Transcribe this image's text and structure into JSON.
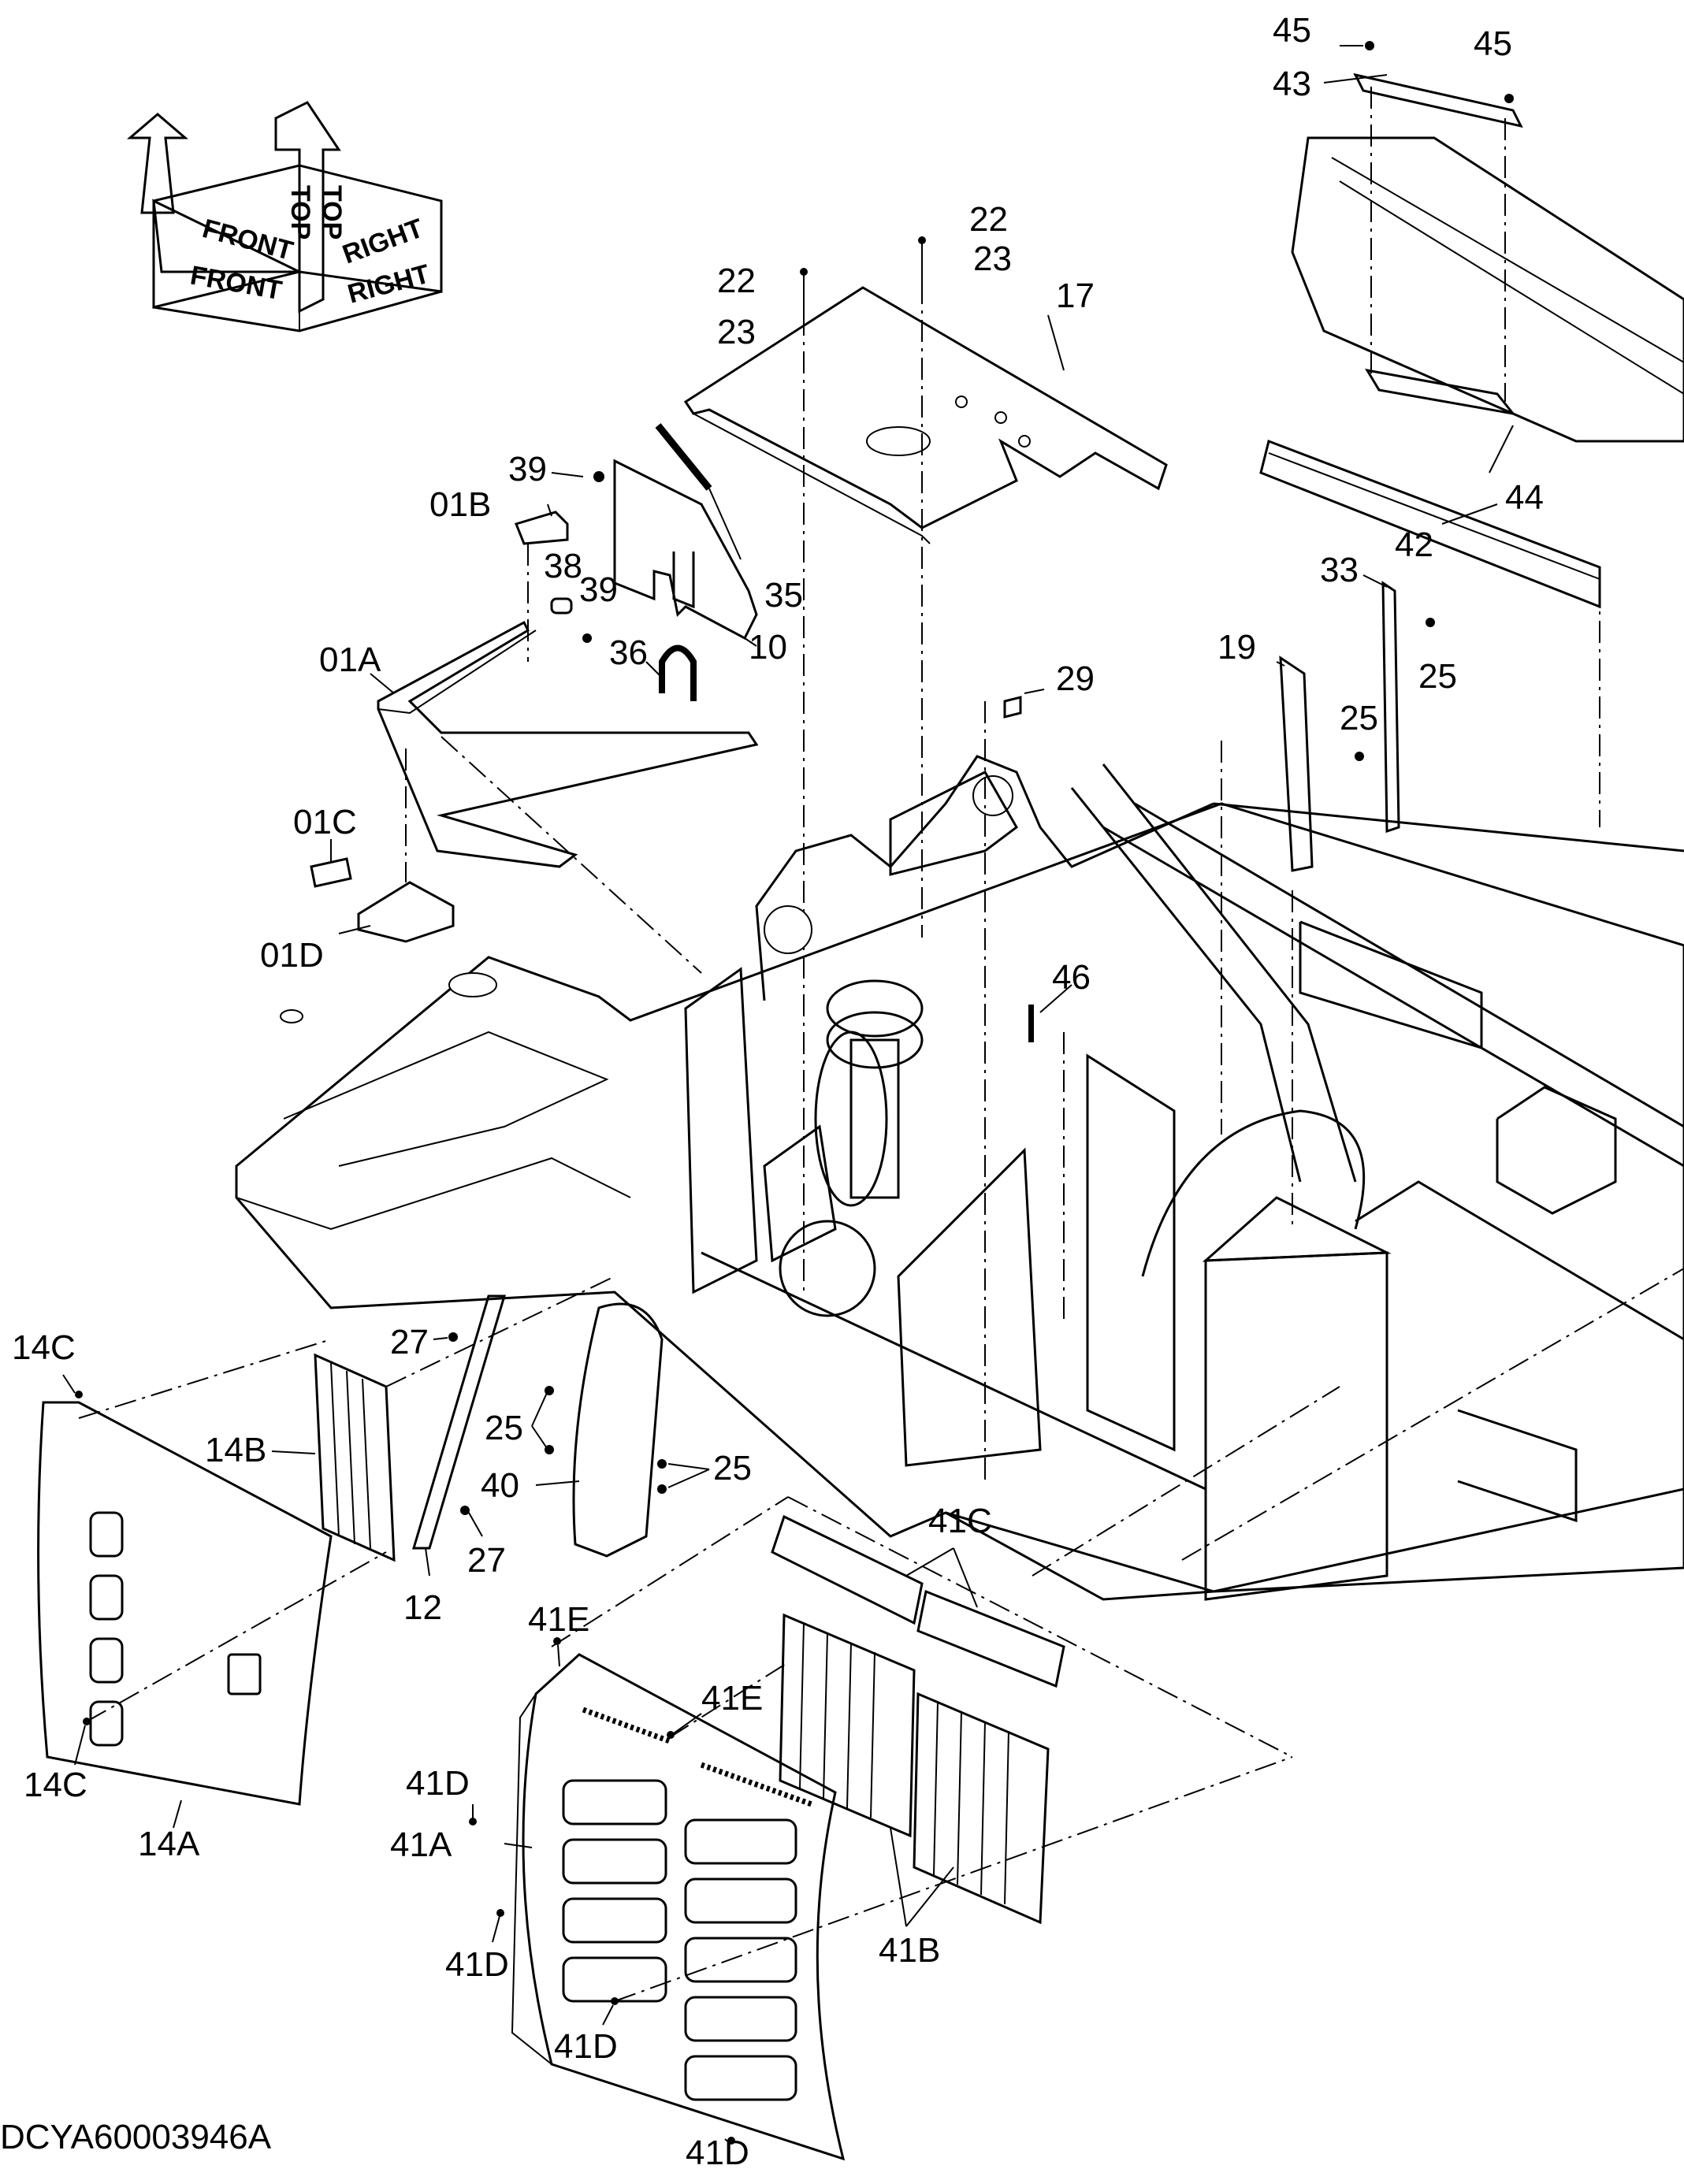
{
  "drawing_code": "DCYA60003946A",
  "orientation": {
    "front": "FRONT",
    "top": "TOP",
    "right": "RIGHT"
  },
  "callouts": {
    "c45a": "45",
    "c45b": "45",
    "c43": "43",
    "c44": "44",
    "c42": "42",
    "c22a": "22",
    "c22b": "22",
    "c23a": "23",
    "c23b": "23",
    "c17": "17",
    "c39a": "39",
    "c39b": "39",
    "c01B": "01B",
    "c38": "38",
    "c35": "35",
    "c36": "36",
    "c10": "10",
    "c01A": "01A",
    "c01C": "01C",
    "c01D": "01D",
    "c29": "29",
    "c33": "33",
    "c19": "19",
    "c25a": "25",
    "c25b": "25",
    "c25c": "25",
    "c25d": "25",
    "c46": "46",
    "c14C_a": "14C",
    "c14C_b": "14C",
    "c14B": "14B",
    "c14A": "14A",
    "c27a": "27",
    "c27b": "27",
    "c12": "12",
    "c40": "40",
    "c41C": "41C",
    "c41E_a": "41E",
    "c41E_b": "41E",
    "c41D_a": "41D",
    "c41D_b": "41D",
    "c41D_c": "41D",
    "c41D_d": "41D",
    "c41A": "41A",
    "c41B": "41B"
  }
}
